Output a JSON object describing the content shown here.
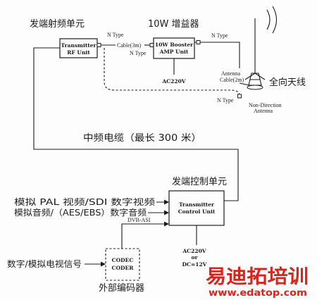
{
  "rf_unit": {
    "caption": "发端射频单元",
    "name_line1": "Transmitter",
    "name_line2": "RF Unit"
  },
  "booster": {
    "caption": "10W 增益器",
    "name_line1": "10W Booster",
    "name_line2": "AMP Unit",
    "power": "AC220V"
  },
  "connectors": {
    "rf_output": "N Type",
    "booster_input": "N Type",
    "booster_output": "N Type",
    "antenna_input": "N Type"
  },
  "cables": {
    "rf_to_booster": "Cable(3m)",
    "antenna_line1": "Antenna",
    "antenna_line2": "Cable(2m)",
    "if_cable": "中频电缆（最长 300 米）"
  },
  "antenna": {
    "caption": "全向天线",
    "name_line1": "Non-Direction",
    "name_line2": "Antenna"
  },
  "control_unit": {
    "caption": "发端控制单元",
    "name_line1": "Transmitter",
    "name_line2": "Control Unit",
    "power_line1": "AC220V",
    "power_line2": "or",
    "power_line3": "DC=12V"
  },
  "inputs": {
    "video": "模拟 PAL 视频/SDI 数字视频",
    "audio": "模拟音频/（AES/EBS）数字音频",
    "stream": "DVB-ASI"
  },
  "encoder": {
    "caption": "外部编码器",
    "name_line1": "CODEC",
    "name_line2": "CODER",
    "input": "数字/模拟电视信号"
  },
  "watermark": {
    "text": "易迪拓培训",
    "url": "www.edatop.com"
  },
  "colors": {
    "ink": "#1c1c1c",
    "watermark": "#d9241c",
    "background": "#fdfdfd"
  }
}
